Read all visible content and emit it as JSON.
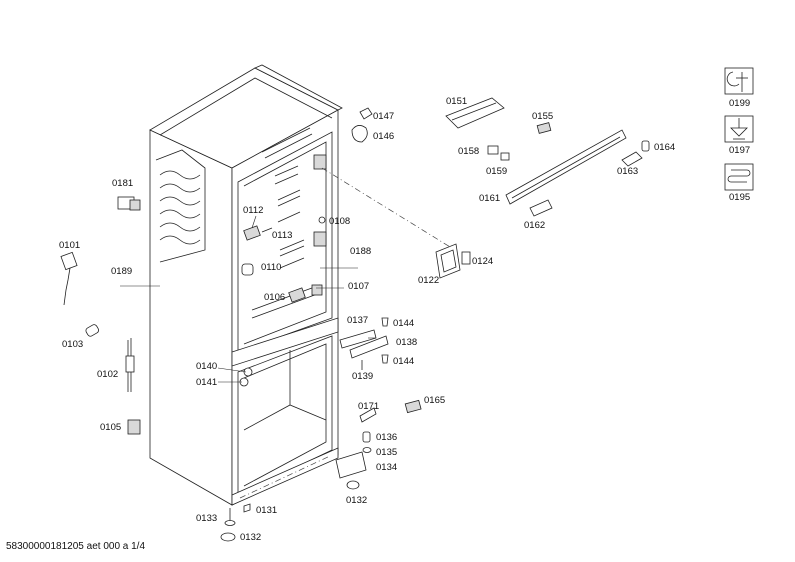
{
  "footer": "58300000181205 aet 000 a 1/4",
  "labels": {
    "p0101": "0101",
    "p0102": "0102",
    "p0103": "0103",
    "p0105": "0105",
    "p0106": "0106",
    "p0107": "0107",
    "p0108": "0108",
    "p0110": "0110",
    "p0112": "0112",
    "p0113": "0113",
    "p0122": "0122",
    "p0124": "0124",
    "p0131": "0131",
    "p0132a": "0132",
    "p0132b": "0132",
    "p0133": "0133",
    "p0134": "0134",
    "p0135": "0135",
    "p0136": "0136",
    "p0137": "0137",
    "p0138": "0138",
    "p0139": "0139",
    "p0140": "0140",
    "p0141": "0141",
    "p0144a": "0144",
    "p0144b": "0144",
    "p0146": "0146",
    "p0147": "0147",
    "p0151": "0151",
    "p0155": "0155",
    "p0158": "0158",
    "p0159": "0159",
    "p0161": "0161",
    "p0162": "0162",
    "p0163": "0163",
    "p0164": "0164",
    "p0165": "0165",
    "p0171": "0171",
    "p0181": "0181",
    "p0188": "0188",
    "p0189": "0189",
    "p0195": "0195",
    "p0197": "0197",
    "p0199": "0199"
  },
  "icons": {
    "tools": "wrench-icon",
    "grounding": "grounding-icon",
    "heater": "heating-coil-icon"
  }
}
